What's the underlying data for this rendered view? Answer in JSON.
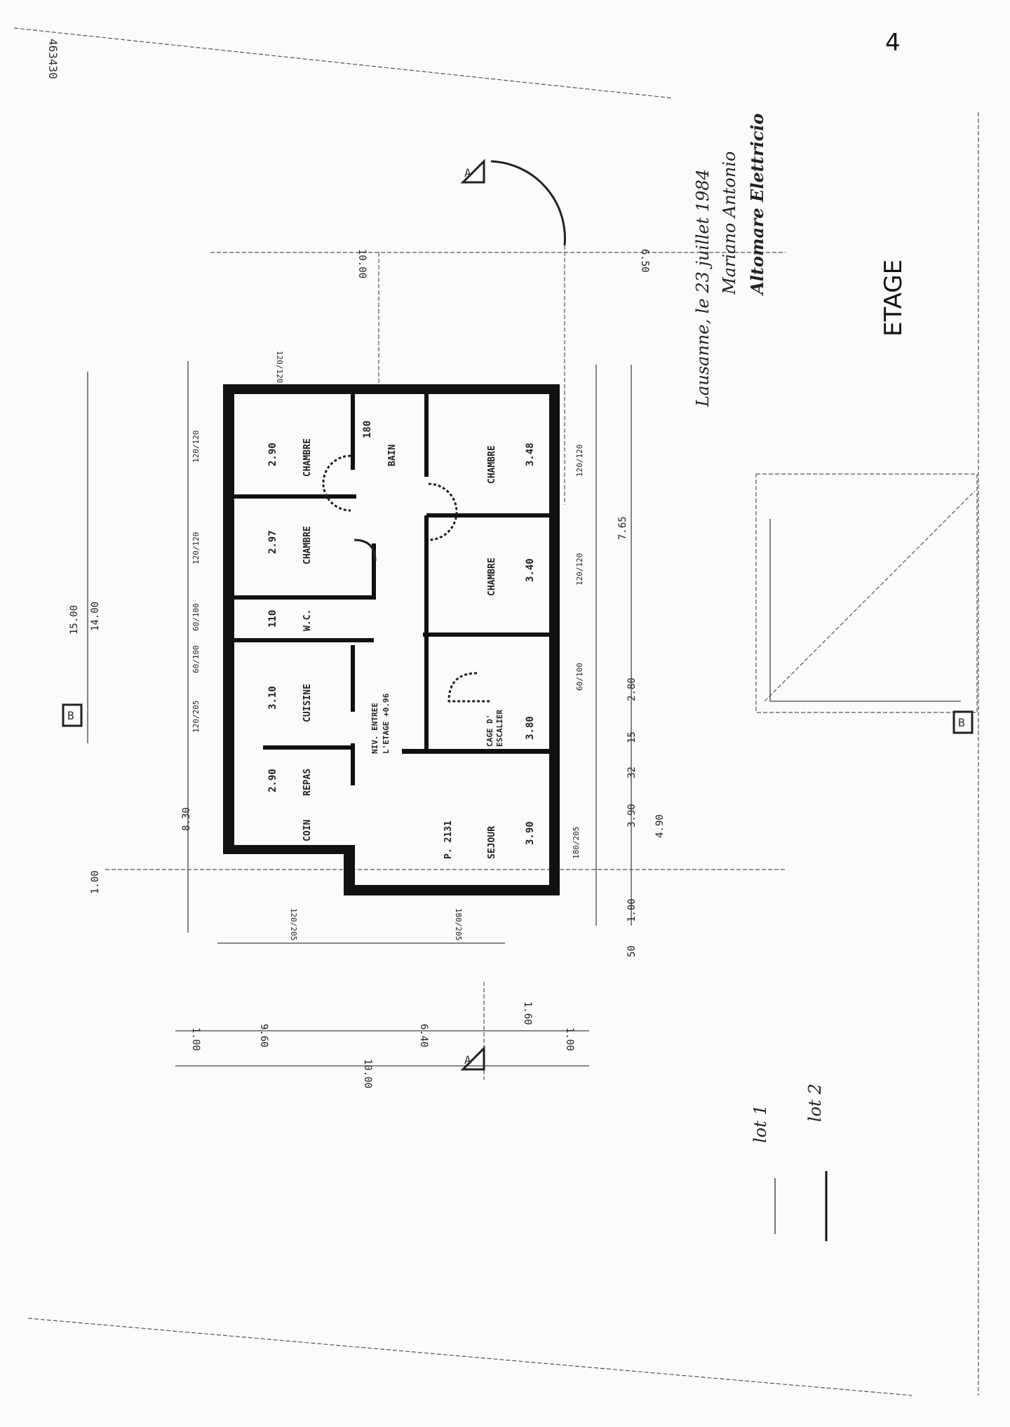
{
  "sheet": {
    "reference_number": "463430",
    "sheet_number": "4",
    "floor_title": "ETAGE",
    "handwritten_note": [
      "Lausanne, le 23 juillet 1984",
      "Mariano Antonio",
      "Altomare Elettricio"
    ],
    "legend": [
      "lot 1",
      "lot 2"
    ]
  },
  "rooms": {
    "chambre_1": {
      "name": "CHAMBRE",
      "dim": "2.90"
    },
    "chambre_2": {
      "name": "CHAMBRE",
      "dim": "2.97"
    },
    "wc": {
      "name": "W.C.",
      "dim": "110"
    },
    "cuisine": {
      "name": "CUISINE",
      "dim": "3.10"
    },
    "coin_repas": {
      "name1": "COIN",
      "name2": "REPAS",
      "dim": "2.90"
    },
    "bain": {
      "name": "BAIN",
      "dim": "180"
    },
    "niveau": {
      "line1": "NIV. ENTREE",
      "line2": "L'ETAGE +0.96"
    },
    "parcel": "P. 2131",
    "sejour": {
      "name": "SEJOUR",
      "dim": "3.90"
    },
    "cage": {
      "line1": "CAGE D'",
      "line2": "ESCALIER",
      "dim": "3.80"
    },
    "chambre_3": {
      "name": "CHAMBRE",
      "dim": "3.40"
    },
    "chambre_4": {
      "name": "CHAMBRE",
      "dim": "3.48"
    }
  },
  "dimensions": {
    "overall_15": "15.00",
    "overall_14": "14.00",
    "top_10": "10.00",
    "top_650": "6.50",
    "right_765": "7.65",
    "right_280": "2.80",
    "right_15": "15",
    "right_32": "32",
    "right_390": "3.90",
    "right_490": "4.90",
    "right_100": "1.00",
    "right_50": "50",
    "left_830": "8.30",
    "left_100": "1.00",
    "bottom_100a": "1.00",
    "bottom_960": "9.60",
    "bottom_640": "6.40",
    "bottom_100b": "1.00",
    "bottom_1000": "10.00",
    "bottom_160": "1.60",
    "windows": [
      "120/120",
      "120/120",
      "120/120",
      "60/100",
      "60/100",
      "120/205",
      "180/205",
      "120/120",
      "120/120",
      "60/100",
      "180/205",
      "120/205"
    ]
  },
  "section_markers": [
    "A",
    "A",
    "B",
    "B"
  ]
}
